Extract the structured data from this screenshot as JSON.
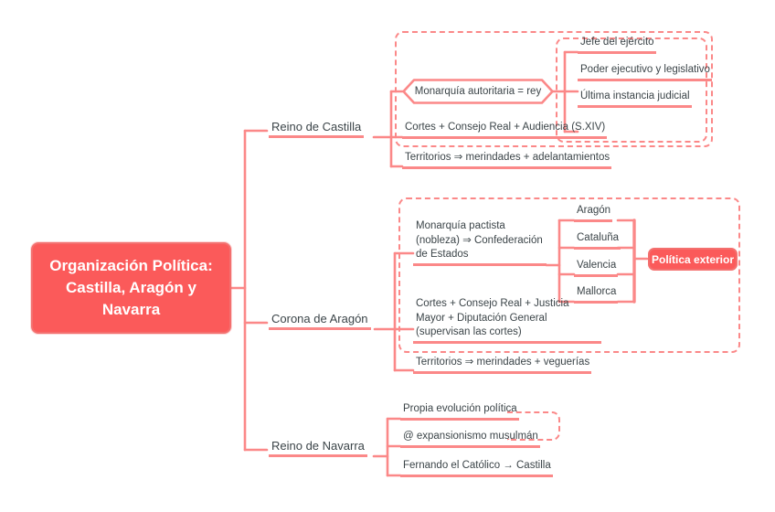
{
  "diagram": {
    "type": "mind-map",
    "title": "Organización Política: Castilla, Aragón y Navarra",
    "colors": {
      "accent": "#fb5a5a",
      "line": "#fb8888",
      "text": "#3b4448",
      "node_text": "#ffffff",
      "background": "#ffffff"
    },
    "root": {
      "label": "Organización Política: Castilla, Aragón y Navarra"
    },
    "branches": [
      {
        "id": "castilla",
        "label": "Reino de Castilla",
        "children": [
          {
            "id": "monarquia-castilla",
            "label": "Monarquía autoritaria = rey",
            "shape": "hexagon",
            "children": [
              {
                "id": "jefe-ejercito",
                "label": "Jefe del ejército"
              },
              {
                "id": "poder-ejecutivo",
                "label": "Poder ejecutivo y legislativo"
              },
              {
                "id": "instancia-judicial",
                "label": "Última instancia judicial"
              }
            ]
          },
          {
            "id": "cortes-castilla",
            "label": "Cortes + Consejo Real + Audiencia (S.XIV)"
          },
          {
            "id": "territorios-castilla",
            "label": "Territorios ⇒ merindades + adelantamientos"
          }
        ]
      },
      {
        "id": "aragon",
        "label": "Corona de Aragón",
        "children": [
          {
            "id": "monarquia-aragon",
            "label": "Monarquía pactista (nobleza) ⇒ Confederación de Estados",
            "children": [
              {
                "id": "estado-aragon",
                "label": "Aragón"
              },
              {
                "id": "estado-cataluna",
                "label": "Cataluña"
              },
              {
                "id": "estado-valencia",
                "label": "Valencia"
              },
              {
                "id": "estado-mallorca",
                "label": "Mallorca"
              }
            ],
            "grouped_result": {
              "id": "politica-exterior",
              "label": "Política exterior"
            }
          },
          {
            "id": "cortes-aragon",
            "label": "Cortes + Consejo Real + Justicia Mayor + Diputación General (supervisan las cortes)"
          },
          {
            "id": "territorios-aragon",
            "label": "Territorios ⇒ merindades + veguerías"
          }
        ]
      },
      {
        "id": "navarra",
        "label": "Reino de Navarra",
        "children": [
          {
            "id": "evolucion-navarra",
            "label": "Propia evolución política"
          },
          {
            "id": "expansionismo-navarra",
            "label": "@ expansionismo musulmán"
          },
          {
            "id": "fernando-navarra",
            "label": "Fernando el Católico → Castilla"
          }
        ]
      }
    ]
  }
}
